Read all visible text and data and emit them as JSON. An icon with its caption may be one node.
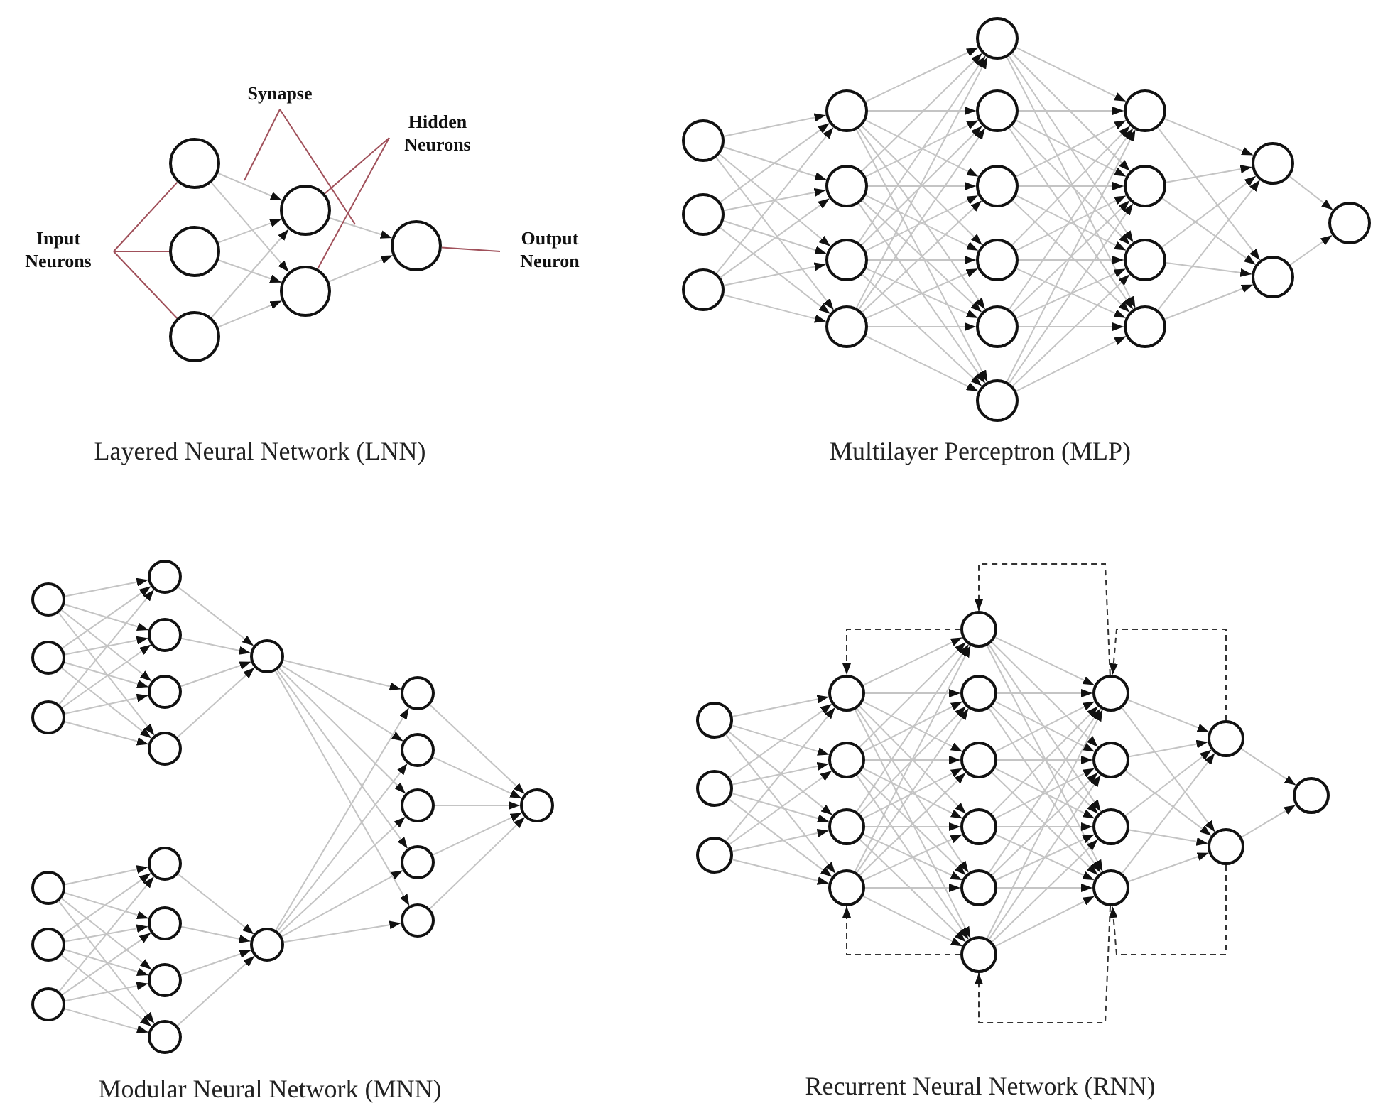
{
  "diagram": {
    "nodes": [
      {
        "text": [
          "Synapse"
        ]
      },
      {
        "text": [
          "Hidden Neurons"
        ]
      },
      {
        "text": [
          "Input Neurons"
        ]
      },
      {
        "text": [
          "Output Neuron"
        ]
      },
      {
        "text": [],
        "shape": "circle"
      },
      {
        "text": [],
        "shape": "circle"
      },
      {
        "text": [],
        "shape": "circle"
      },
      {
        "text": [],
        "shape": "circle"
      },
      {
        "text": [],
        "shape": "circle"
      },
      {
        "text": [],
        "shape": "circle"
      },
      {
        "text": [],
        "shape": "circle"
      },
      {
        "text": [],
        "shape": "circle"
      },
      {
        "text": [],
        "shape": "circle"
      },
      {
        "text": [],
        "shape": "circle"
      },
      {
        "text": [],
        "shape": "circle"
      },
      {
        "text": [],
        "shape": "circle"
      },
      {
        "text": [],
        "shape": "circle"
      },
      {
        "text": [],
        "shape": "circle"
      },
      {
        "text": [],
        "shape": "circle"
      },
      {
        "text": [],
        "shape": "circle"
      },
      {
        "text": [],
        "shape": "circle"
      },
      {
        "text": [],
        "shape": "circle"
      },
      {
        "text": [],
        "shape": "circle"
      },
      {
        "text": [],
        "shape": "circle"
      },
      {
        "text": [],
        "shape": "circle"
      },
      {
        "text": [],
        "shape": "circle"
      },
      {
        "text": [],
        "shape": "circle"
      },
      {
        "text": [],
        "shape": "circle"
      },
      {
        "text": [],
        "shape": "circle"
      },
      {
        "text": [],
        "shape": "circle"
      },
      {
        "text": [],
        "shape": "circle"
      },
      {
        "text": [],
        "shape": "circle"
      },
      {
        "text": [],
        "shape": "circle"
      },
      {
        "text": [],
        "shape": "circle"
      },
      {
        "text": [],
        "shape": "circle"
      },
      {
        "text": [],
        "shape": "circle"
      },
      {
        "text": [],
        "shape": "circle"
      },
      {
        "text": [],
        "shape": "circle"
      },
      {
        "text": [],
        "shape": "circle"
      },
      {
        "text": [],
        "shape": "circle"
      },
      {
        "text": [],
        "shape": "circle"
      },
      {
        "text": [],
        "shape": "circle"
      },
      {
        "text": [],
        "shape": "circle"
      },
      {
        "text": [],
        "shape": "circle"
      },
      {
        "text": [],
        "shape": "circle"
      },
      {
        "text": [],
        "shape": "circle"
      },
      {
        "text": [],
        "shape": "circle"
      },
      {
        "text": [],
        "shape": "circle"
      },
      {
        "text": [],
        "shape": "circle"
      },
      {
        "text": [],
        "shape": "circle"
      },
      {
        "text": [],
        "shape": "circle"
      },
      {
        "text": [],
        "shape": "circle"
      },
      {
        "text": [],
        "shape": "circle"
      },
      {
        "text": [],
        "shape": "circle"
      },
      {
        "text": [],
        "shape": "circle"
      },
      {
        "text": [],
        "shape": "circle"
      },
      {
        "text": [],
        "shape": "circle"
      },
      {
        "text": [],
        "shape": "circle"
      },
      {
        "text": [],
        "shape": "circle"
      },
      {
        "text": [],
        "shape": "circle"
      },
      {
        "text": [],
        "shape": "circle"
      },
      {
        "text": [],
        "shape": "circle"
      },
      {
        "text": [],
        "shape": "circle"
      },
      {
        "text": [],
        "shape": "circle"
      },
      {
        "text": [],
        "shape": "circle"
      },
      {
        "text": [],
        "shape": "circle"
      },
      {
        "text": [],
        "shape": "circle"
      },
      {
        "text": [],
        "shape": "circle"
      },
      {
        "text": [],
        "shape": "circle"
      },
      {
        "text": [],
        "shape": "circle"
      },
      {
        "text": [],
        "shape": "circle"
      },
      {
        "text": [],
        "shape": "circle"
      }
    ],
    "edges": [
      {
        "from": 4,
        "to": 7,
        "arrow": "to"
      },
      {
        "from": 4,
        "to": 8,
        "arrow": "to"
      },
      {
        "from": 5,
        "to": 7,
        "arrow": "to"
      },
      {
        "from": 5,
        "to": 8,
        "arrow": "to"
      },
      {
        "from": 6,
        "to": 7,
        "arrow": "to"
      },
      {
        "from": 6,
        "to": 8,
        "arrow": "to"
      },
      {
        "from": 7,
        "to": 9,
        "arrow": "to"
      },
      {
        "from": 8,
        "to": 9,
        "arrow": "to"
      },
      {
        "from": 2,
        "to": 4,
        "arrow": "none",
        "color": "#a0505a"
      },
      {
        "from": 2,
        "to": 5,
        "arrow": "none",
        "color": "#a0505a"
      },
      {
        "from": 2,
        "to": 6,
        "arrow": "none",
        "color": "#a0505a"
      },
      {
        "from": 0,
        "to": null,
        "arrow": "none",
        "color": "#a0505a"
      },
      {
        "from": 0,
        "to": null,
        "arrow": "none",
        "color": "#a0505a"
      },
      {
        "from": 1,
        "to": 7,
        "arrow": "none",
        "color": "#a0505a"
      },
      {
        "from": 1,
        "to": 8,
        "arrow": "none",
        "color": "#a0505a"
      },
      {
        "from": 3,
        "to": 9,
        "arrow": "none",
        "color": "#a0505a"
      },
      {
        "from": 10,
        "to": 13,
        "arrow": "to"
      },
      {
        "from": 10,
        "to": 14,
        "arrow": "to"
      },
      {
        "from": 10,
        "to": 15,
        "arrow": "to"
      },
      {
        "from": 10,
        "to": 16,
        "arrow": "to"
      },
      {
        "from": 11,
        "to": 13,
        "arrow": "to"
      },
      {
        "from": 11,
        "to": 14,
        "arrow": "to"
      },
      {
        "from": 11,
        "to": 15,
        "arrow": "to"
      },
      {
        "from": 11,
        "to": 16,
        "arrow": "to"
      },
      {
        "from": 12,
        "to": 13,
        "arrow": "to"
      },
      {
        "from": 12,
        "to": 14,
        "arrow": "to"
      },
      {
        "from": 12,
        "to": 15,
        "arrow": "to"
      },
      {
        "from": 12,
        "to": 16,
        "arrow": "to"
      },
      {
        "from": 13,
        "to": 17,
        "arrow": "to"
      },
      {
        "from": 13,
        "to": 18,
        "arrow": "to"
      },
      {
        "from": 13,
        "to": 19,
        "arrow": "to"
      },
      {
        "from": 13,
        "to": 20,
        "arrow": "to"
      },
      {
        "from": 13,
        "to": 21,
        "arrow": "to"
      },
      {
        "from": 13,
        "to": 22,
        "arrow": "to"
      },
      {
        "from": 14,
        "to": 17,
        "arrow": "to"
      },
      {
        "from": 14,
        "to": 18,
        "arrow": "to"
      },
      {
        "from": 14,
        "to": 19,
        "arrow": "to"
      },
      {
        "from": 14,
        "to": 20,
        "arrow": "to"
      },
      {
        "from": 14,
        "to": 21,
        "arrow": "to"
      },
      {
        "from": 14,
        "to": 22,
        "arrow": "to"
      },
      {
        "from": 15,
        "to": 17,
        "arrow": "to"
      },
      {
        "from": 15,
        "to": 18,
        "arrow": "to"
      },
      {
        "from": 15,
        "to": 19,
        "arrow": "to"
      },
      {
        "from": 15,
        "to": 20,
        "arrow": "to"
      },
      {
        "from": 15,
        "to": 21,
        "arrow": "to"
      },
      {
        "from": 15,
        "to": 22,
        "arrow": "to"
      },
      {
        "from": 16,
        "to": 17,
        "arrow": "to"
      },
      {
        "from": 16,
        "to": 18,
        "arrow": "to"
      },
      {
        "from": 16,
        "to": 19,
        "arrow": "to"
      },
      {
        "from": 16,
        "to": 20,
        "arrow": "to"
      },
      {
        "from": 16,
        "to": 21,
        "arrow": "to"
      },
      {
        "from": 16,
        "to": 22,
        "arrow": "to"
      },
      {
        "from": 17,
        "to": 23,
        "arrow": "to"
      },
      {
        "from": 17,
        "to": 24,
        "arrow": "to"
      },
      {
        "from": 17,
        "to": 25,
        "arrow": "to"
      },
      {
        "from": 17,
        "to": 26,
        "arrow": "to"
      },
      {
        "from": 18,
        "to": 23,
        "arrow": "to"
      },
      {
        "from": 18,
        "to": 24,
        "arrow": "to"
      },
      {
        "from": 18,
        "to": 25,
        "arrow": "to"
      },
      {
        "from": 18,
        "to": 26,
        "arrow": "to"
      },
      {
        "from": 19,
        "to": 23,
        "arrow": "to"
      },
      {
        "from": 19,
        "to": 24,
        "arrow": "to"
      },
      {
        "from": 19,
        "to": 25,
        "arrow": "to"
      },
      {
        "from": 19,
        "to": 26,
        "arrow": "to"
      },
      {
        "from": 20,
        "to": 23,
        "arrow": "to"
      },
      {
        "from": 20,
        "to": 24,
        "arrow": "to"
      },
      {
        "from": 20,
        "to": 25,
        "arrow": "to"
      },
      {
        "from": 20,
        "to": 26,
        "arrow": "to"
      },
      {
        "from": 21,
        "to": 23,
        "arrow": "to"
      },
      {
        "from": 21,
        "to": 24,
        "arrow": "to"
      },
      {
        "from": 21,
        "to": 25,
        "arrow": "to"
      },
      {
        "from": 21,
        "to": 26,
        "arrow": "to"
      },
      {
        "from": 22,
        "to": 23,
        "arrow": "to"
      },
      {
        "from": 22,
        "to": 24,
        "arrow": "to"
      },
      {
        "from": 22,
        "to": 25,
        "arrow": "to"
      },
      {
        "from": 22,
        "to": 26,
        "arrow": "to"
      },
      {
        "from": 23,
        "to": 27,
        "arrow": "to"
      },
      {
        "from": 23,
        "to": 28,
        "arrow": "to"
      },
      {
        "from": 24,
        "to": 27,
        "arrow": "to"
      },
      {
        "from": 24,
        "to": 28,
        "arrow": "to"
      },
      {
        "from": 25,
        "to": 27,
        "arrow": "to"
      },
      {
        "from": 25,
        "to": 28,
        "arrow": "to"
      },
      {
        "from": 26,
        "to": 27,
        "arrow": "to"
      },
      {
        "from": 26,
        "to": 28,
        "arrow": "to"
      },
      {
        "from": 27,
        "to": 29,
        "arrow": "to"
      },
      {
        "from": 28,
        "to": 29,
        "arrow": "to"
      },
      {
        "from": 30,
        "to": 36,
        "arrow": "to"
      },
      {
        "from": 30,
        "to": 37,
        "arrow": "to"
      },
      {
        "from": 30,
        "to": 38,
        "arrow": "to"
      },
      {
        "from": 30,
        "to": 39,
        "arrow": "to"
      },
      {
        "from": 31,
        "to": 36,
        "arrow": "to"
      },
      {
        "from": 31,
        "to": 37,
        "arrow": "to"
      },
      {
        "from": 31,
        "to": 38,
        "arrow": "to"
      },
      {
        "from": 31,
        "to": 39,
        "arrow": "to"
      },
      {
        "from": 32,
        "to": 36,
        "arrow": "to"
      },
      {
        "from": 32,
        "to": 37,
        "arrow": "to"
      },
      {
        "from": 32,
        "to": 38,
        "arrow": "to"
      },
      {
        "from": 32,
        "to": 39,
        "arrow": "to"
      },
      {
        "from": 33,
        "to": 40,
        "arrow": "to"
      },
      {
        "from": 33,
        "to": 41,
        "arrow": "to"
      },
      {
        "from": 33,
        "to": 42,
        "arrow": "to"
      },
      {
        "from": 33,
        "to": 43,
        "arrow": "to"
      },
      {
        "from": 34,
        "to": 40,
        "arrow": "to"
      },
      {
        "from": 34,
        "to": 41,
        "arrow": "to"
      },
      {
        "from": 34,
        "to": 42,
        "arrow": "to"
      },
      {
        "from": 34,
        "to": 43,
        "arrow": "to"
      },
      {
        "from": 35,
        "to": 40,
        "arrow": "to"
      },
      {
        "from": 35,
        "to": 41,
        "arrow": "to"
      },
      {
        "from": 35,
        "to": 42,
        "arrow": "to"
      },
      {
        "from": 35,
        "to": 43,
        "arrow": "to"
      },
      {
        "from": 36,
        "to": 44,
        "arrow": "to"
      },
      {
        "from": 37,
        "to": 44,
        "arrow": "to"
      },
      {
        "from": 38,
        "to": 44,
        "arrow": "to"
      },
      {
        "from": 39,
        "to": 44,
        "arrow": "to"
      },
      {
        "from": 40,
        "to": 45,
        "arrow": "to"
      },
      {
        "from": 41,
        "to": 45,
        "arrow": "to"
      },
      {
        "from": 42,
        "to": 45,
        "arrow": "to"
      },
      {
        "from": 43,
        "to": 45,
        "arrow": "to"
      },
      {
        "from": 44,
        "to": 46,
        "arrow": "to"
      },
      {
        "from": 44,
        "to": 47,
        "arrow": "to"
      },
      {
        "from": 44,
        "to": 48,
        "arrow": "to"
      },
      {
        "from": 44,
        "to": 49,
        "arrow": "to"
      },
      {
        "from": 44,
        "to": 50,
        "arrow": "to"
      },
      {
        "from": 45,
        "to": 46,
        "arrow": "to"
      },
      {
        "from": 45,
        "to": 47,
        "arrow": "to"
      },
      {
        "from": 45,
        "to": 48,
        "arrow": "to"
      },
      {
        "from": 45,
        "to": 49,
        "arrow": "to"
      },
      {
        "from": 45,
        "to": 50,
        "arrow": "to"
      },
      {
        "from": 46,
        "to": 51,
        "arrow": "to"
      },
      {
        "from": 47,
        "to": 51,
        "arrow": "to"
      },
      {
        "from": 48,
        "to": 51,
        "arrow": "to"
      },
      {
        "from": 49,
        "to": 51,
        "arrow": "to"
      },
      {
        "from": 50,
        "to": 51,
        "arrow": "to"
      },
      {
        "from": 52,
        "to": 55,
        "arrow": "to"
      },
      {
        "from": 52,
        "to": 56,
        "arrow": "to"
      },
      {
        "from": 52,
        "to": 57,
        "arrow": "to"
      },
      {
        "from": 52,
        "to": 58,
        "arrow": "to"
      },
      {
        "from": 53,
        "to": 55,
        "arrow": "to"
      },
      {
        "from": 53,
        "to": 56,
        "arrow": "to"
      },
      {
        "from": 53,
        "to": 57,
        "arrow": "to"
      },
      {
        "from": 53,
        "to": 58,
        "arrow": "to"
      },
      {
        "from": 54,
        "to": 55,
        "arrow": "to"
      },
      {
        "from": 54,
        "to": 56,
        "arrow": "to"
      },
      {
        "from": 54,
        "to": 57,
        "arrow": "to"
      },
      {
        "from": 54,
        "to": 58,
        "arrow": "to"
      },
      {
        "from": 55,
        "to": 59,
        "arrow": "to"
      },
      {
        "from": 55,
        "to": 60,
        "arrow": "to"
      },
      {
        "from": 55,
        "to": 61,
        "arrow": "to"
      },
      {
        "from": 55,
        "to": 62,
        "arrow": "to"
      },
      {
        "from": 55,
        "to": 63,
        "arrow": "to"
      },
      {
        "from": 55,
        "to": 64,
        "arrow": "to"
      },
      {
        "from": 56,
        "to": 59,
        "arrow": "to"
      },
      {
        "from": 56,
        "to": 60,
        "arrow": "to"
      },
      {
        "from": 56,
        "to": 61,
        "arrow": "to"
      },
      {
        "from": 56,
        "to": 62,
        "arrow": "to"
      },
      {
        "from": 56,
        "to": 63,
        "arrow": "to"
      },
      {
        "from": 56,
        "to": 64,
        "arrow": "to"
      },
      {
        "from": 57,
        "to": 59,
        "arrow": "to"
      },
      {
        "from": 57,
        "to": 60,
        "arrow": "to"
      },
      {
        "from": 57,
        "to": 61,
        "arrow": "to"
      },
      {
        "from": 57,
        "to": 62,
        "arrow": "to"
      },
      {
        "from": 57,
        "to": 63,
        "arrow": "to"
      },
      {
        "from": 57,
        "to": 64,
        "arrow": "to"
      },
      {
        "from": 58,
        "to": 59,
        "arrow": "to"
      },
      {
        "from": 58,
        "to": 60,
        "arrow": "to"
      },
      {
        "from": 58,
        "to": 61,
        "arrow": "to"
      },
      {
        "from": 58,
        "to": 62,
        "arrow": "to"
      },
      {
        "from": 58,
        "to": 63,
        "arrow": "to"
      },
      {
        "from": 58,
        "to": 64,
        "arrow": "to"
      },
      {
        "from": 59,
        "to": 65,
        "arrow": "to"
      },
      {
        "from": 59,
        "to": 66,
        "arrow": "to"
      },
      {
        "from": 59,
        "to": 67,
        "arrow": "to"
      },
      {
        "from": 59,
        "to": 68,
        "arrow": "to"
      },
      {
        "from": 60,
        "to": 65,
        "arrow": "to"
      },
      {
        "from": 60,
        "to": 66,
        "arrow": "to"
      },
      {
        "from": 60,
        "to": 67,
        "arrow": "to"
      },
      {
        "from": 60,
        "to": 68,
        "arrow": "to"
      },
      {
        "from": 61,
        "to": 65,
        "arrow": "to"
      },
      {
        "from": 61,
        "to": 66,
        "arrow": "to"
      },
      {
        "from": 61,
        "to": 67,
        "arrow": "to"
      },
      {
        "from": 61,
        "to": 68,
        "arrow": "to"
      },
      {
        "from": 62,
        "to": 65,
        "arrow": "to"
      },
      {
        "from": 62,
        "to": 66,
        "arrow": "to"
      },
      {
        "from": 62,
        "to": 67,
        "arrow": "to"
      },
      {
        "from": 62,
        "to": 68,
        "arrow": "to"
      },
      {
        "from": 63,
        "to": 65,
        "arrow": "to"
      },
      {
        "from": 63,
        "to": 66,
        "arrow": "to"
      },
      {
        "from": 63,
        "to": 67,
        "arrow": "to"
      },
      {
        "from": 63,
        "to": 68,
        "arrow": "to"
      },
      {
        "from": 64,
        "to": 65,
        "arrow": "to"
      },
      {
        "from": 64,
        "to": 66,
        "arrow": "to"
      },
      {
        "from": 64,
        "to": 67,
        "arrow": "to"
      },
      {
        "from": 64,
        "to": 68,
        "arrow": "to"
      },
      {
        "from": 65,
        "to": 69,
        "arrow": "to"
      },
      {
        "from": 65,
        "to": 70,
        "arrow": "to"
      },
      {
        "from": 66,
        "to": 69,
        "arrow": "to"
      },
      {
        "from": 66,
        "to": 70,
        "arrow": "to"
      },
      {
        "from": 67,
        "to": 69,
        "arrow": "to"
      },
      {
        "from": 67,
        "to": 70,
        "arrow": "to"
      },
      {
        "from": 68,
        "to": 69,
        "arrow": "to"
      },
      {
        "from": 68,
        "to": 70,
        "arrow": "to"
      },
      {
        "from": 69,
        "to": 71,
        "arrow": "to"
      },
      {
        "from": 70,
        "to": 71,
        "arrow": "to"
      },
      {
        "from": 59,
        "to": 55,
        "arrow": "to",
        "style": "dashed",
        "color": "#333333"
      },
      {
        "from": 65,
        "to": 59,
        "arrow": "to",
        "style": "dashed",
        "color": "#333333"
      },
      {
        "from": 69,
        "to": 65,
        "arrow": "to",
        "style": "dashed",
        "color": "#333333"
      },
      {
        "from": 70,
        "to": 68,
        "arrow": "to",
        "style": "dashed",
        "color": "#333333"
      },
      {
        "from": 68,
        "to": 64,
        "arrow": "to",
        "style": "dashed",
        "color": "#333333"
      },
      {
        "from": 64,
        "to": 58,
        "arrow": "to",
        "style": "dashed",
        "color": "#333333"
      }
    ],
    "labels": [
      "Layered Neural Network (LNN)",
      "Multilayer Perceptron (MLP)",
      "Modular Neural Network (MNN)",
      "Recurrent Neural Network (RNN)"
    ]
  }
}
